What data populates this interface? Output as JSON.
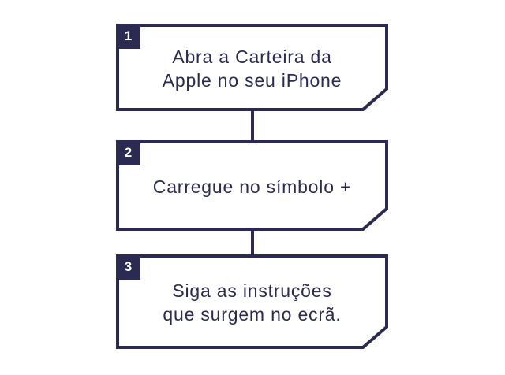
{
  "colors": {
    "navy": "#2b2a52",
    "box_fill": "#ffffff",
    "background": "#ffffff",
    "badge_text": "#ffffff"
  },
  "steps": [
    {
      "number": "1",
      "lines": [
        "Abra a Carteira da",
        "Apple no seu iPhone"
      ]
    },
    {
      "number": "2",
      "lines": [
        "Carregue no símbolo +"
      ]
    },
    {
      "number": "3",
      "lines": [
        "Siga as instruções",
        "que surgem no ecrã."
      ]
    }
  ]
}
